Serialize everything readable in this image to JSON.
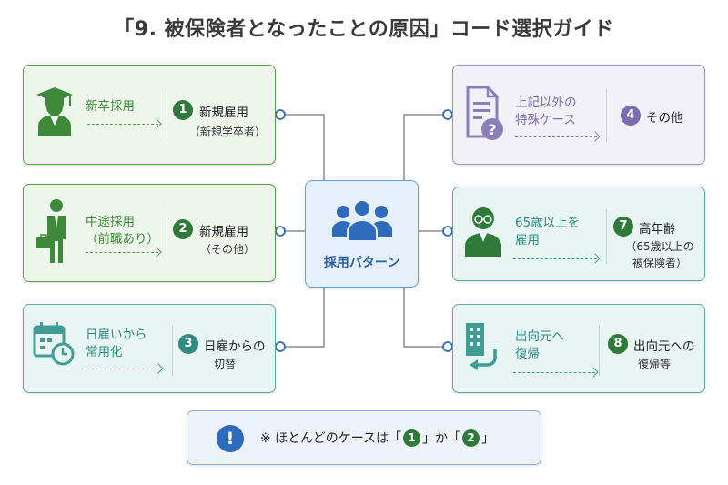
{
  "title": "「9. 被保険者となったことの原因」コード選択ガイド",
  "center_label": "採用パターン",
  "cards": {
    "c1": {
      "label_lines": [
        "新卒採用"
      ],
      "badge": "1",
      "code_title": "新規雇用",
      "code_sub": [
        "（新規学卒者）"
      ],
      "icon": "graduate-icon",
      "color": "#3f8a3a"
    },
    "c2": {
      "label_lines": [
        "中途採用",
        "（前職あり）"
      ],
      "badge": "2",
      "code_title": "新規雇用",
      "code_sub": [
        "（その他）"
      ],
      "icon": "businessman-icon",
      "color": "#3f8a3a"
    },
    "c3": {
      "label_lines": [
        "日雇いから",
        "常用化"
      ],
      "badge": "3",
      "code_title": "日雇からの",
      "code_sub": [
        "切替"
      ],
      "icon": "calendar-clock-icon",
      "color": "#2f8c84"
    },
    "c4": {
      "label_lines": [
        "上記以外の",
        "特殊ケース"
      ],
      "badge": "4",
      "code_title": "その他",
      "code_sub": [],
      "icon": "document-question-icon",
      "color": "#7a6cae"
    },
    "c7": {
      "label_lines": [
        "65歳以上を",
        "雇用"
      ],
      "badge": "7",
      "code_title": "高年齢",
      "code_sub": [
        "（65歳以上の",
        "被保険者）"
      ],
      "icon": "senior-person-icon",
      "color": "#2f7a3a"
    },
    "c8": {
      "label_lines": [
        "出向元へ",
        "復帰"
      ],
      "badge": "8",
      "code_title": "出向元への",
      "code_sub": [
        "復帰等"
      ],
      "icon": "building-return-icon",
      "color": "#2f8c84"
    }
  },
  "note": {
    "mark": "!",
    "text_before": "※ ほとんどのケースは「",
    "badge_a": "1",
    "text_mid": "」か「",
    "badge_b": "2",
    "text_after": "」"
  }
}
